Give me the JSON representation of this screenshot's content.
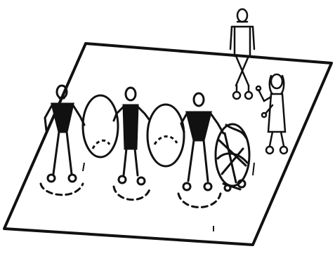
{
  "scene": {
    "ink_color": "#111111",
    "paper_color": "#ffffff",
    "figures": [
      {
        "role": "chain-child-1",
        "icon": "stick-figure-dark-shirt"
      },
      {
        "role": "chain-child-2",
        "icon": "stick-figure-dark-dress"
      },
      {
        "role": "chain-child-3",
        "icon": "stick-figure-dark-shirt"
      },
      {
        "role": "standing-observer",
        "icon": "stick-figure-outline"
      },
      {
        "role": "girl-pointing",
        "icon": "stick-figure-long-hair"
      }
    ],
    "props": [
      {
        "name": "hoop-1",
        "icon": "hula-hoop"
      },
      {
        "name": "hoop-2",
        "icon": "hula-hoop"
      },
      {
        "name": "hoop-3",
        "icon": "hula-hoop-tangled"
      }
    ]
  }
}
